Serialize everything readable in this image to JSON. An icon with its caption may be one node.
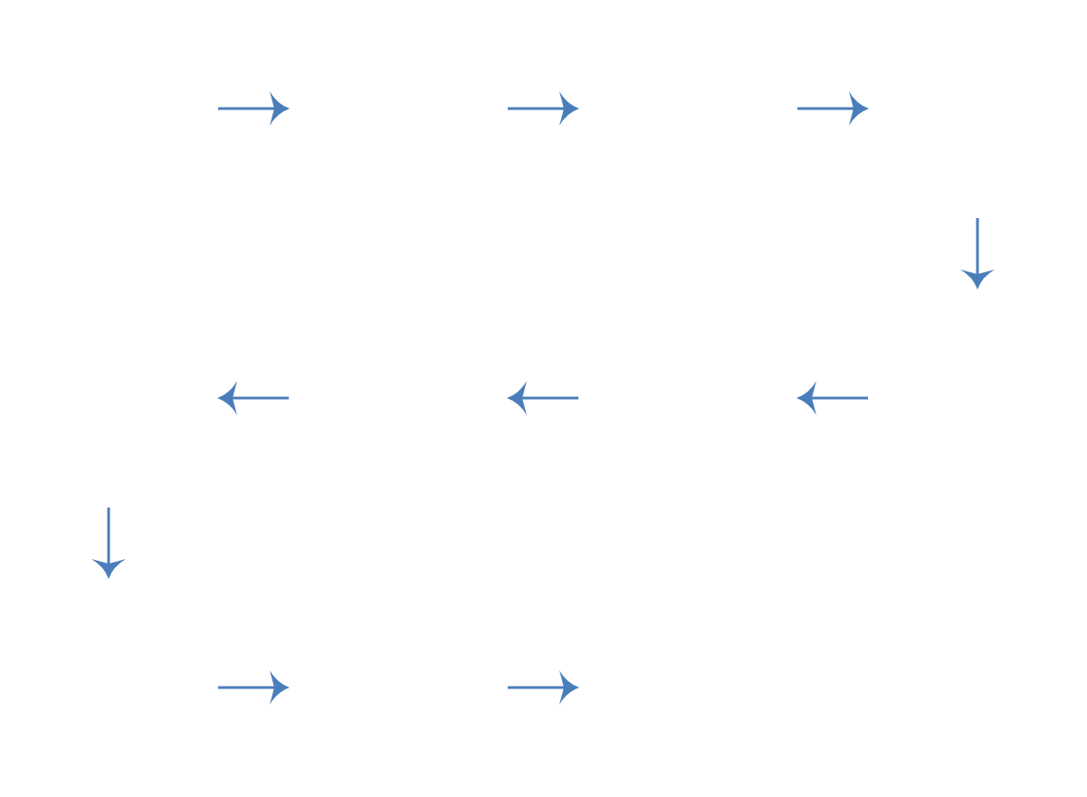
{
  "diagram": {
    "nodes": [
      {
        "text": [],
        "shape": "arrow"
      },
      {
        "text": [],
        "shape": "arrow"
      },
      {
        "text": [],
        "shape": "arrow"
      },
      {
        "text": [],
        "shape": "arrow"
      },
      {
        "text": [],
        "shape": "arrow"
      },
      {
        "text": [],
        "shape": "arrow"
      },
      {
        "text": [],
        "shape": "arrow"
      },
      {
        "text": [],
        "shape": "arrow"
      },
      {
        "text": [],
        "shape": "arrow"
      },
      {
        "text": [],
        "shape": "arrow"
      }
    ]
  }
}
